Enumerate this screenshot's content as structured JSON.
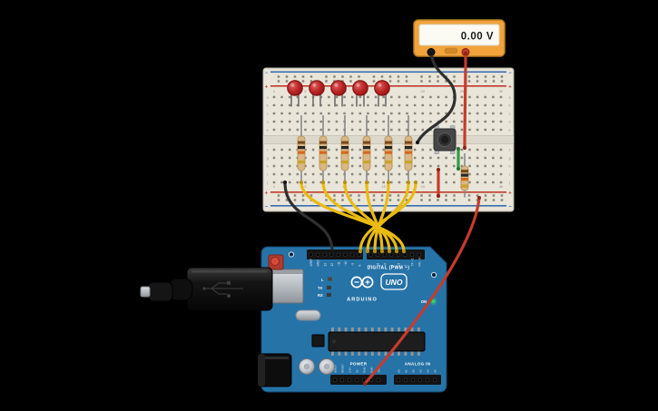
{
  "multimeter": {
    "reading": "0.00 V"
  },
  "breadboard": {
    "row_letters_top": [
      "a",
      "b",
      "c",
      "d",
      "e"
    ],
    "row_letters_bottom": [
      "f",
      "g",
      "h",
      "i",
      "j"
    ],
    "column_numbers": [
      1,
      5,
      10,
      15,
      20,
      25,
      30
    ],
    "rail_positive": "+",
    "rail_negative": "−"
  },
  "arduino": {
    "digital_label": "DIGITAL (PWM ~)",
    "brand": "ARDUINO",
    "model": "UNO",
    "power_label": "POWER",
    "analog_label": "ANALOG IN",
    "on_label": "ON",
    "led_labels": {
      "l": "L",
      "tx": "TX",
      "rx": "RX"
    },
    "digital_pins": [
      "AREF",
      "GND",
      "13",
      "12",
      "~11",
      "~10",
      "~9",
      "8",
      "7",
      "~6",
      "~5",
      "4",
      "~3",
      "2",
      "TX→1",
      "RX←0"
    ],
    "power_pins": [
      "IOREF",
      "RESET",
      "3.3V",
      "5V",
      "GND",
      "GND",
      "VIN"
    ],
    "analog_pins": [
      "A0",
      "A1",
      "A2",
      "A3",
      "A4",
      "A5"
    ]
  },
  "components": {
    "led_count": 5,
    "resistor_count": 7,
    "pushbutton_count": 1,
    "wire_counts": {
      "yellow": 7,
      "black": 2,
      "red": 3,
      "green": 1
    }
  },
  "colors": {
    "background": "#000000",
    "breadboard_body": "#e9e5d9",
    "rail_positive": "#c0392b",
    "rail_negative": "#3a6fb0",
    "arduino_board": "#2673a8",
    "multimeter_body": "#f2a33c",
    "led_red": "#b02020",
    "resistor_body": "#d9b886",
    "wire_yellow": "#e9bb12",
    "wire_red": "#c43c2d",
    "wire_black": "#2f2f2f",
    "wire_green": "#2f9e44"
  }
}
